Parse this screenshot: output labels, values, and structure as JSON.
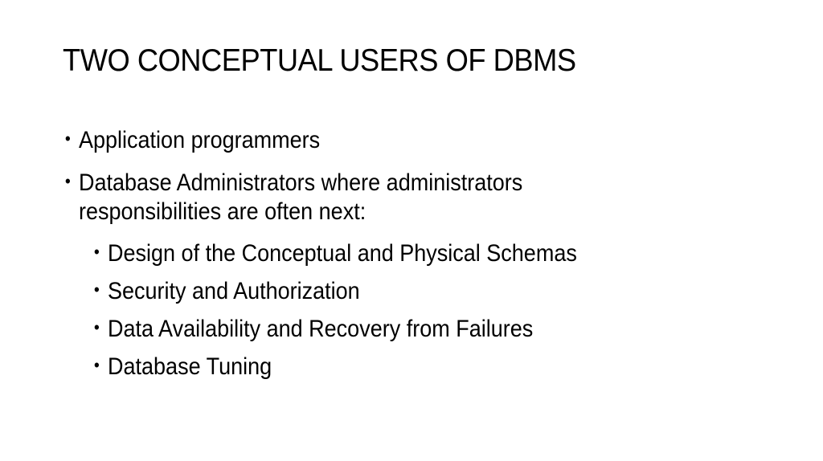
{
  "slide": {
    "title": "TWO CONCEPTUAL USERS OF DBMS",
    "bullets": [
      {
        "level": 1,
        "lines": [
          "Application programmers"
        ]
      },
      {
        "level": 1,
        "lines": [
          "Database Administrators where administrators",
          "responsibilities are often next:"
        ]
      },
      {
        "level": 2,
        "lines": [
          "Design of the Conceptual and Physical Schemas"
        ]
      },
      {
        "level": 2,
        "lines": [
          "Security and Authorization"
        ]
      },
      {
        "level": 2,
        "lines": [
          "Data Availability and Recovery from Failures"
        ]
      },
      {
        "level": 2,
        "lines": [
          "Database Tuning"
        ]
      }
    ],
    "bullet_glyph": "•",
    "colors": {
      "background": "#ffffff",
      "text": "#000000"
    }
  }
}
